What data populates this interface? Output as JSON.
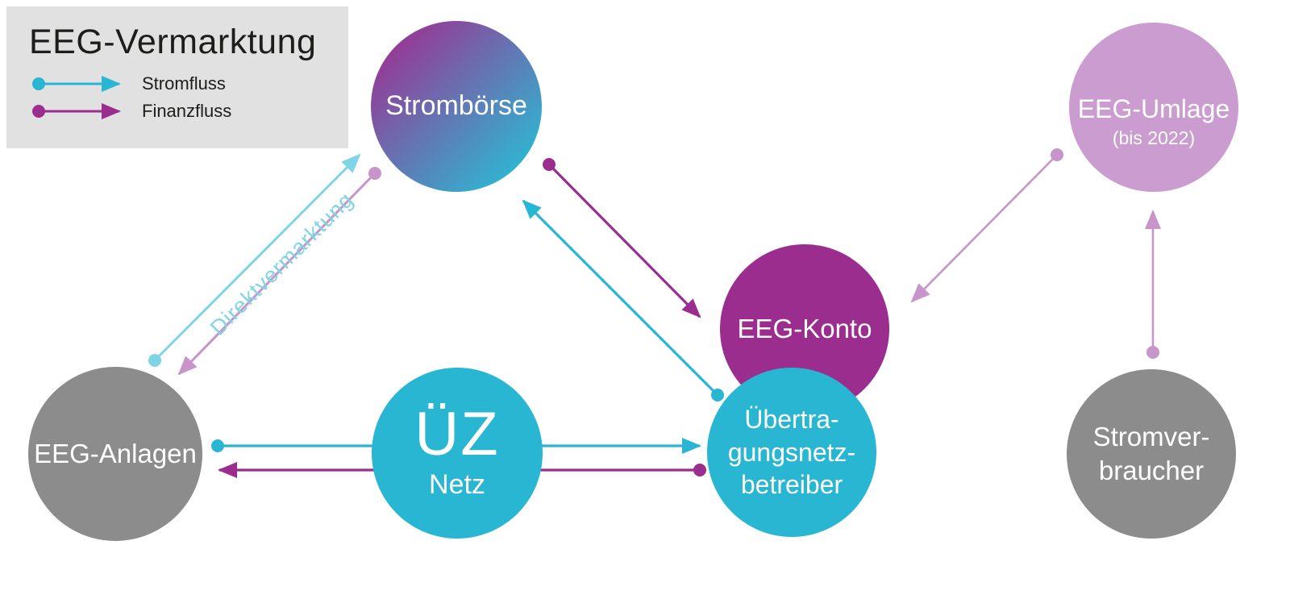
{
  "legend": {
    "title": "EEG-Vermarktung",
    "items": [
      {
        "label": "Stromfluss",
        "flow": "electricity"
      },
      {
        "label": "Finanzfluss",
        "flow": "money"
      }
    ]
  },
  "nodes": {
    "stromboerse": {
      "label": "Strombörse"
    },
    "eeg_umlage": {
      "label": "EEG-Umlage",
      "sublabel": "(bis 2022)"
    },
    "eeg_konto": {
      "label": "EEG-Konto"
    },
    "uebertragungsnetzbetreiber": {
      "lines": [
        "Übertra-",
        "gungsnetz-",
        "betreiber"
      ]
    },
    "uz_netz": {
      "logo": "ÜZ",
      "label": "Netz"
    },
    "eeg_anlagen": {
      "label": "EEG-Anlagen"
    },
    "stromverbraucher": {
      "lines": [
        "Stromver-",
        "braucher"
      ]
    }
  },
  "edges": {
    "direkt_label": "Direktvermarktung",
    "flows": [
      {
        "flow": "Stromfluss",
        "from": "EEG-Anlagen",
        "to": "Strombörse",
        "label": "Direktvermarktung"
      },
      {
        "flow": "Finanzfluss",
        "from": "Strombörse",
        "to": "EEG-Anlagen",
        "label": "Direktvermarktung"
      },
      {
        "flow": "Finanzfluss",
        "from": "Strombörse",
        "to": "EEG-Konto"
      },
      {
        "flow": "Stromfluss",
        "from": "Übertragungsnetzbetreiber",
        "to": "Strombörse"
      },
      {
        "flow": "Stromfluss",
        "from": "EEG-Anlagen",
        "to": "Übertragungsnetzbetreiber"
      },
      {
        "flow": "Finanzfluss",
        "from": "Übertragungsnetzbetreiber",
        "to": "EEG-Anlagen"
      },
      {
        "flow": "Finanzfluss",
        "from": "EEG-Umlage",
        "to": "EEG-Konto"
      },
      {
        "flow": "Finanzfluss",
        "from": "Stromverbraucher",
        "to": "EEG-Umlage"
      }
    ]
  },
  "colors": {
    "cyan": "#29b6d2",
    "magenta": "#9b2d8e",
    "light_cyan": "#7fd5e5",
    "light_purple": "#c795ca",
    "gray_node": "#8c8c8c",
    "umlage_bg": "#cb9ccf",
    "grad_purple": "#9d3192",
    "grad_cyan": "#2eb6d2",
    "legend_bg": "#e2e1e1",
    "title_text": "#1d1d1b",
    "node_text": "#ffffff"
  }
}
